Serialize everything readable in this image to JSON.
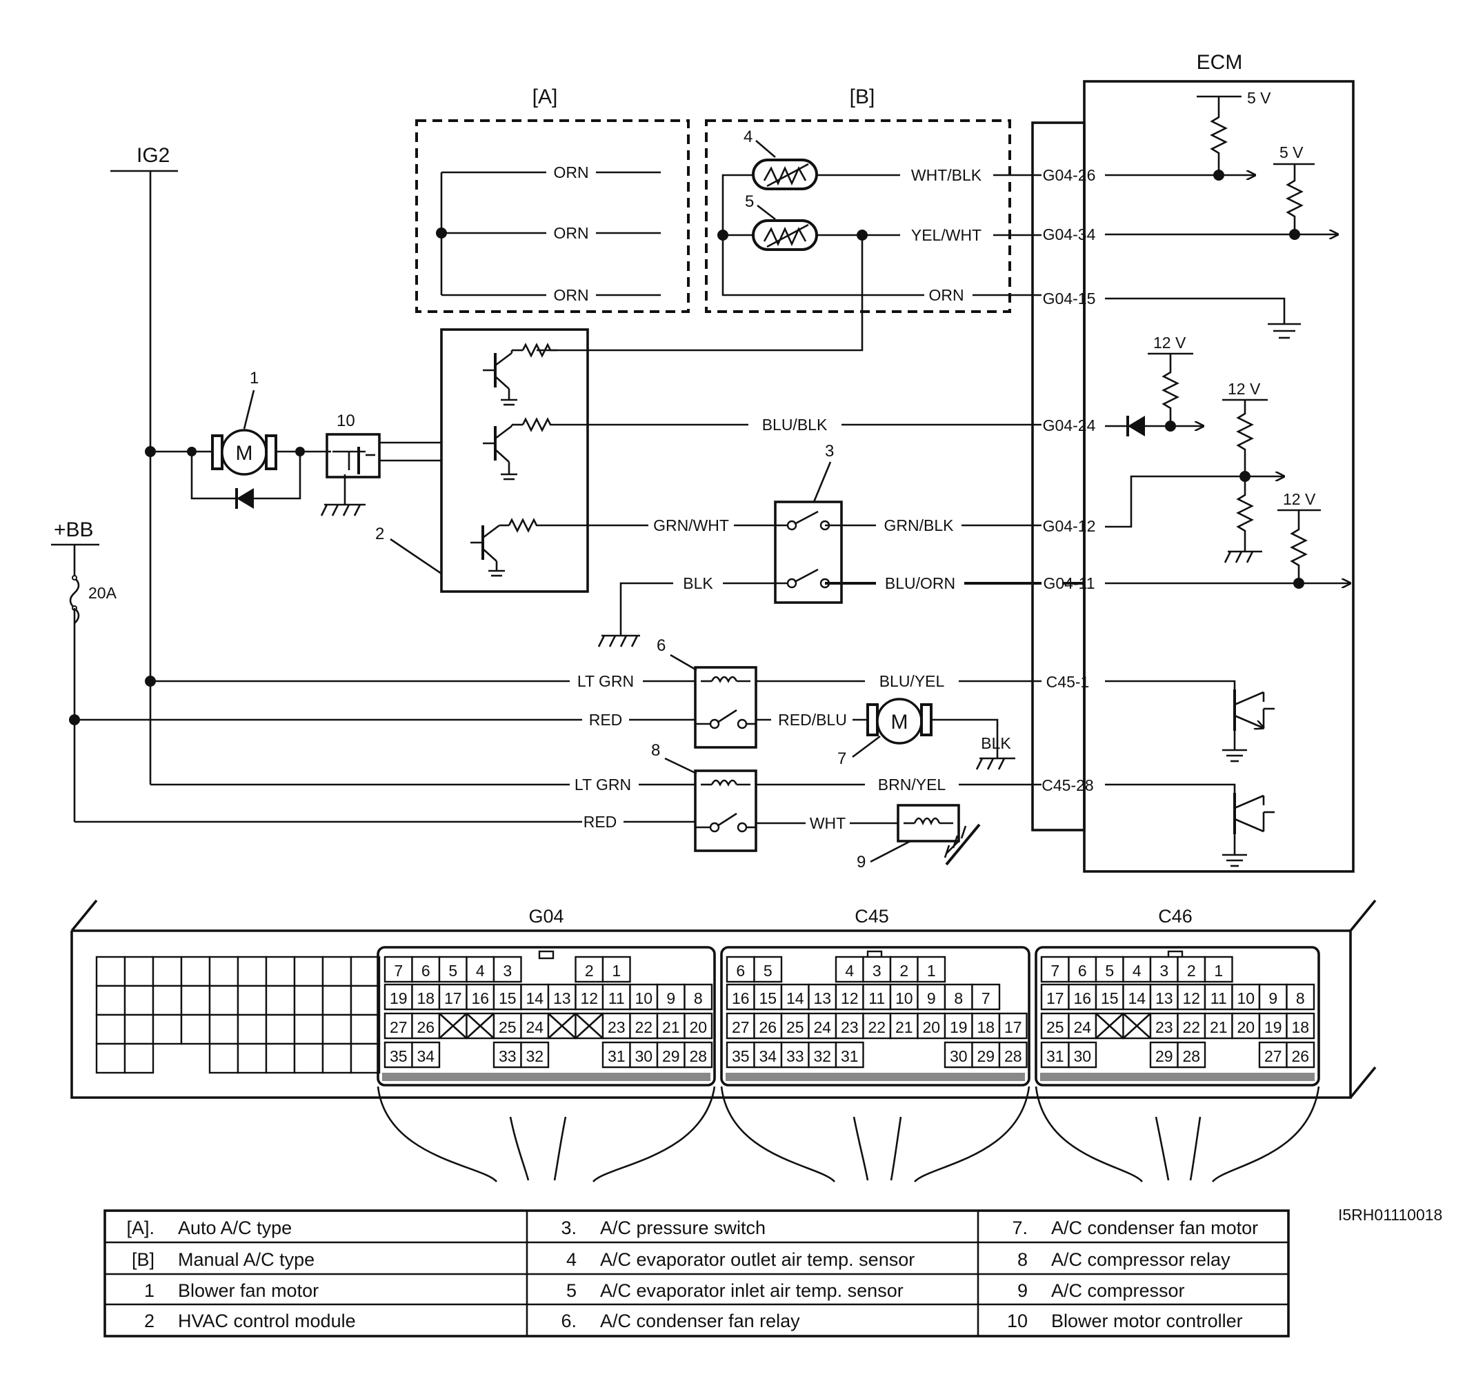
{
  "ecm": {
    "title": "ECM",
    "terminals": [
      "G04-26",
      "G04-34",
      "G04-15",
      "G04-24",
      "G04-12",
      "G04-11",
      "C45-1",
      "C45-28"
    ],
    "voltages": [
      "5 V",
      "5 V",
      "12 V",
      "12 V",
      "12 V"
    ]
  },
  "power": {
    "ig2": "IG2",
    "bb": "+BB",
    "fuse": "20A"
  },
  "boxes": {
    "a": "[A]",
    "b": "[B]"
  },
  "motor_symbol": "M",
  "wires": {
    "a_top": "ORN",
    "a_mid": "ORN",
    "a_bot": "ORN",
    "b_top": "WHT/BLK",
    "b_mid": "YEL/WHT",
    "b_bot": "ORN",
    "blu_blk": "BLU/BLK",
    "grn_wht": "GRN/WHT",
    "grn_blk": "GRN/BLK",
    "blk": "BLK",
    "blu_orn": "BLU/ORN",
    "lt_grn_1": "LT GRN",
    "blu_yel": "BLU/YEL",
    "red_1": "RED",
    "red_blu": "RED/BLU",
    "blk_2": "BLK",
    "lt_grn_2": "LT GRN",
    "brn_yel": "BRN/YEL",
    "red_2": "RED",
    "wht": "WHT"
  },
  "callouts": [
    "1",
    "2",
    "3",
    "4",
    "5",
    "6",
    "7",
    "8",
    "9",
    "10"
  ],
  "image_code": "I5RH01110018",
  "connectors": {
    "g04": {
      "name": "G04",
      "rows": [
        [
          "7",
          "6",
          "5",
          "4",
          "3",
          "2",
          "1"
        ],
        [
          "19",
          "18",
          "17",
          "16",
          "15",
          "14",
          "13",
          "12",
          "11",
          "10",
          "9",
          "8"
        ],
        [
          "27",
          "26",
          "25",
          "24",
          "23",
          "22",
          "21",
          "20"
        ],
        [
          "35",
          "34",
          "33",
          "32",
          "31",
          "30",
          "29",
          "28"
        ]
      ]
    },
    "c45": {
      "name": "C45",
      "rows": [
        [
          "6",
          "5",
          "4",
          "3",
          "2",
          "1"
        ],
        [
          "16",
          "15",
          "14",
          "13",
          "12",
          "11",
          "10",
          "9",
          "8",
          "7"
        ],
        [
          "27",
          "26",
          "25",
          "24",
          "23",
          "22",
          "21",
          "20",
          "19",
          "18",
          "17"
        ],
        [
          "35",
          "34",
          "33",
          "32",
          "31",
          "30",
          "29",
          "28"
        ]
      ]
    },
    "c46": {
      "name": "C46",
      "rows": [
        [
          "7",
          "6",
          "5",
          "4",
          "3",
          "2",
          "1"
        ],
        [
          "17",
          "16",
          "15",
          "14",
          "13",
          "12",
          "11",
          "10",
          "9",
          "8"
        ],
        [
          "25",
          "24",
          "23",
          "22",
          "21",
          "20",
          "19",
          "18"
        ],
        [
          "31",
          "30",
          "29",
          "28",
          "27",
          "26"
        ]
      ]
    }
  },
  "legend": [
    [
      {
        "key": "[A].",
        "text": "Auto A/C type"
      },
      {
        "key": "3.",
        "text": "A/C pressure switch"
      },
      {
        "key": "7.",
        "text": "A/C condenser fan motor"
      }
    ],
    [
      {
        "key": "[B]",
        "text": "Manual A/C type"
      },
      {
        "key": "4",
        "text": "A/C evaporator outlet air temp. sensor"
      },
      {
        "key": "8",
        "text": "A/C compressor relay"
      }
    ],
    [
      {
        "key": "1",
        "text": "Blower fan motor"
      },
      {
        "key": "5",
        "text": "A/C evaporator inlet air temp. sensor"
      },
      {
        "key": "9",
        "text": "A/C compressor"
      }
    ],
    [
      {
        "key": "2",
        "text": "HVAC control module"
      },
      {
        "key": "6.",
        "text": "A/C condenser fan relay"
      },
      {
        "key": "10",
        "text": "Blower motor controller"
      }
    ]
  ]
}
